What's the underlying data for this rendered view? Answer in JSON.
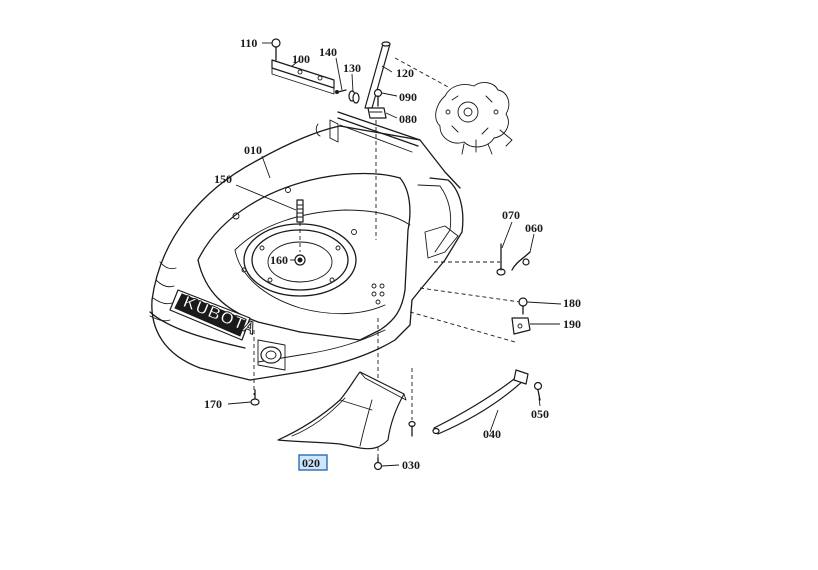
{
  "brand_text": "KUBOTA",
  "highlight_color": "#cfe6ff",
  "highlight_border": "#2a6db5",
  "labels": {
    "p010": "010",
    "p020": "020",
    "p030": "030",
    "p040": "040",
    "p050": "050",
    "p060": "060",
    "p070": "070",
    "p080": "080",
    "p090": "090",
    "p100": "100",
    "p110": "110",
    "p120": "120",
    "p130": "130",
    "p140": "140",
    "p150": "150",
    "p160": "160",
    "p170": "170",
    "p180": "180",
    "p190": "190"
  },
  "highlighted_part": "020"
}
